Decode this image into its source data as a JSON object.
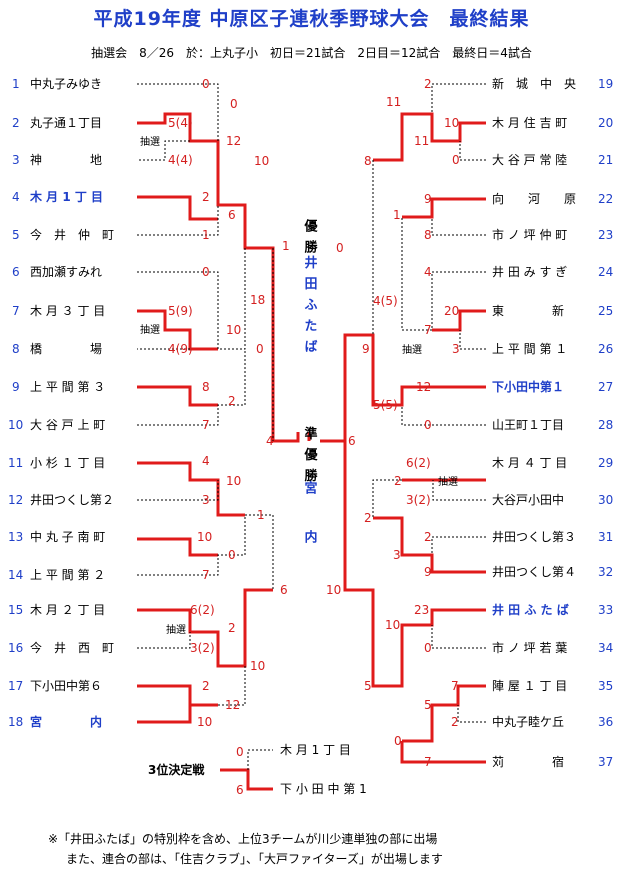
{
  "header": {
    "title": "平成19年度 中原区子連秋季野球大会　最終結果",
    "subtitle": "抽選会　8／26　於：上丸子小　初日＝21試合　2日目＝12試合　最終日＝4試合"
  },
  "left_teams": [
    {
      "num": "1",
      "name": "中丸子みゆき",
      "hl": false
    },
    {
      "num": "2",
      "name": "丸子通１丁目",
      "hl": false
    },
    {
      "num": "3",
      "name": "神　　　　地",
      "hl": false
    },
    {
      "num": "4",
      "name": "木 月 1 丁 目",
      "hl": true
    },
    {
      "num": "5",
      "name": "今　井　仲　町",
      "hl": false
    },
    {
      "num": "6",
      "name": "西加瀬すみれ",
      "hl": false
    },
    {
      "num": "7",
      "name": "木 月 ３ 丁 目",
      "hl": false
    },
    {
      "num": "8",
      "name": "橋　　　　場",
      "hl": false
    },
    {
      "num": "9",
      "name": "上 平 間 第 ３",
      "hl": false
    },
    {
      "num": "10",
      "name": "大 谷 戸 上 町",
      "hl": false
    },
    {
      "num": "11",
      "name": "小 杉 １ 丁 目",
      "hl": false
    },
    {
      "num": "12",
      "name": "井田つくし第２",
      "hl": false
    },
    {
      "num": "13",
      "name": "中 丸 子 南 町",
      "hl": false
    },
    {
      "num": "14",
      "name": "上 平 間 第 ２",
      "hl": false
    },
    {
      "num": "15",
      "name": "木 月 ２ 丁 目",
      "hl": false
    },
    {
      "num": "16",
      "name": "今　井　西　町",
      "hl": false
    },
    {
      "num": "17",
      "name": "下小田中第６",
      "hl": false
    },
    {
      "num": "18",
      "name": "宮　　　　内",
      "hl": true
    }
  ],
  "right_teams": [
    {
      "num": "19",
      "name": "新　城　中　央",
      "hl": false
    },
    {
      "num": "20",
      "name": "木 月 住 吉 町",
      "hl": false
    },
    {
      "num": "21",
      "name": "大 谷 戸 常 陸",
      "hl": false
    },
    {
      "num": "22",
      "name": "向　　河　　原",
      "hl": false
    },
    {
      "num": "23",
      "name": "市 ノ 坪 仲 町",
      "hl": false
    },
    {
      "num": "24",
      "name": "井 田 み す ぎ",
      "hl": false
    },
    {
      "num": "25",
      "name": "東　　　　新",
      "hl": false
    },
    {
      "num": "26",
      "name": "上 平 間 第 １",
      "hl": false
    },
    {
      "num": "27",
      "name": "下小田中第１",
      "hl": true
    },
    {
      "num": "28",
      "name": "山王町１丁目",
      "hl": false
    },
    {
      "num": "29",
      "name": "木 月 ４ 丁 目",
      "hl": false
    },
    {
      "num": "30",
      "name": "大谷戸小田中",
      "hl": false
    },
    {
      "num": "31",
      "name": "井田つくし第３",
      "hl": false
    },
    {
      "num": "32",
      "name": "井田つくし第４",
      "hl": false
    },
    {
      "num": "33",
      "name": "井 田 ふ た ば",
      "hl": true
    },
    {
      "num": "34",
      "name": "市 ノ 坪 若 葉",
      "hl": false
    },
    {
      "num": "35",
      "name": "陣 屋 １ 丁 目",
      "hl": false
    },
    {
      "num": "36",
      "name": "中丸子睦ケ丘",
      "hl": false
    },
    {
      "num": "37",
      "name": "苅　　　　宿",
      "hl": false
    }
  ],
  "center": {
    "champion_label": "優勝",
    "champion_team": "井田ふたば",
    "runnerup_label": "準優勝",
    "runnerup_team": "宮内"
  },
  "lottery_label": "抽選",
  "third_place": {
    "label": "3位決定戦",
    "team1": "木 月 1 丁 目",
    "team2": "下 小 田 中 第 1",
    "score1": "0",
    "score2": "6"
  },
  "scores": {
    "s1": "0",
    "s2": "5(4)",
    "s3": "4(4)",
    "s4": "0",
    "s5": "12",
    "s6": "2",
    "s7": "1",
    "s8": "6",
    "s9": "10",
    "s10": "0",
    "s11": "5(9)",
    "s12": "4(9)",
    "s13": "10",
    "s14": "18",
    "s15": "8",
    "s16": "7",
    "s17": "2",
    "s18": "0",
    "s19": "1",
    "s20": "4",
    "s21": "3",
    "s22": "10",
    "s23": "7",
    "s24": "0",
    "s25": "10",
    "s26": "1",
    "s27": "6(2)",
    "s28": "3(2)",
    "s29": "2",
    "s30": "2",
    "s31": "12",
    "s32": "10",
    "s33": "10",
    "s34": "6",
    "s35": "4",
    "r1": "2",
    "r2": "10",
    "r3": "0",
    "r4": "11",
    "r5": "11",
    "r6": "9",
    "r7": "8",
    "r8": "1",
    "r9": "8",
    "r10": "4",
    "r11": "20",
    "r12": "3",
    "r13": "4(5)",
    "r14": "7",
    "r15": "12",
    "r16": "0",
    "r17": "5(5)",
    "r18": "9",
    "r19": "0",
    "r20": "6(2)",
    "r21": "2",
    "r22": "3(2)",
    "r23": "2",
    "r24": "9",
    "r25": "2",
    "r26": "3",
    "r27": "23",
    "r28": "0",
    "r29": "7",
    "r30": "2",
    "r31": "5",
    "r32": "10",
    "r33": "7",
    "r34": "0",
    "r35": "5",
    "r36": "10",
    "r37": "6"
  },
  "notes": {
    "line1": "※「井田ふたば」の特別枠を含め、上位3チームが川少連単独の部に出場",
    "line2": "また、連合の部は、「住吉クラブ」、「大戸ファイターズ」が出場します"
  }
}
